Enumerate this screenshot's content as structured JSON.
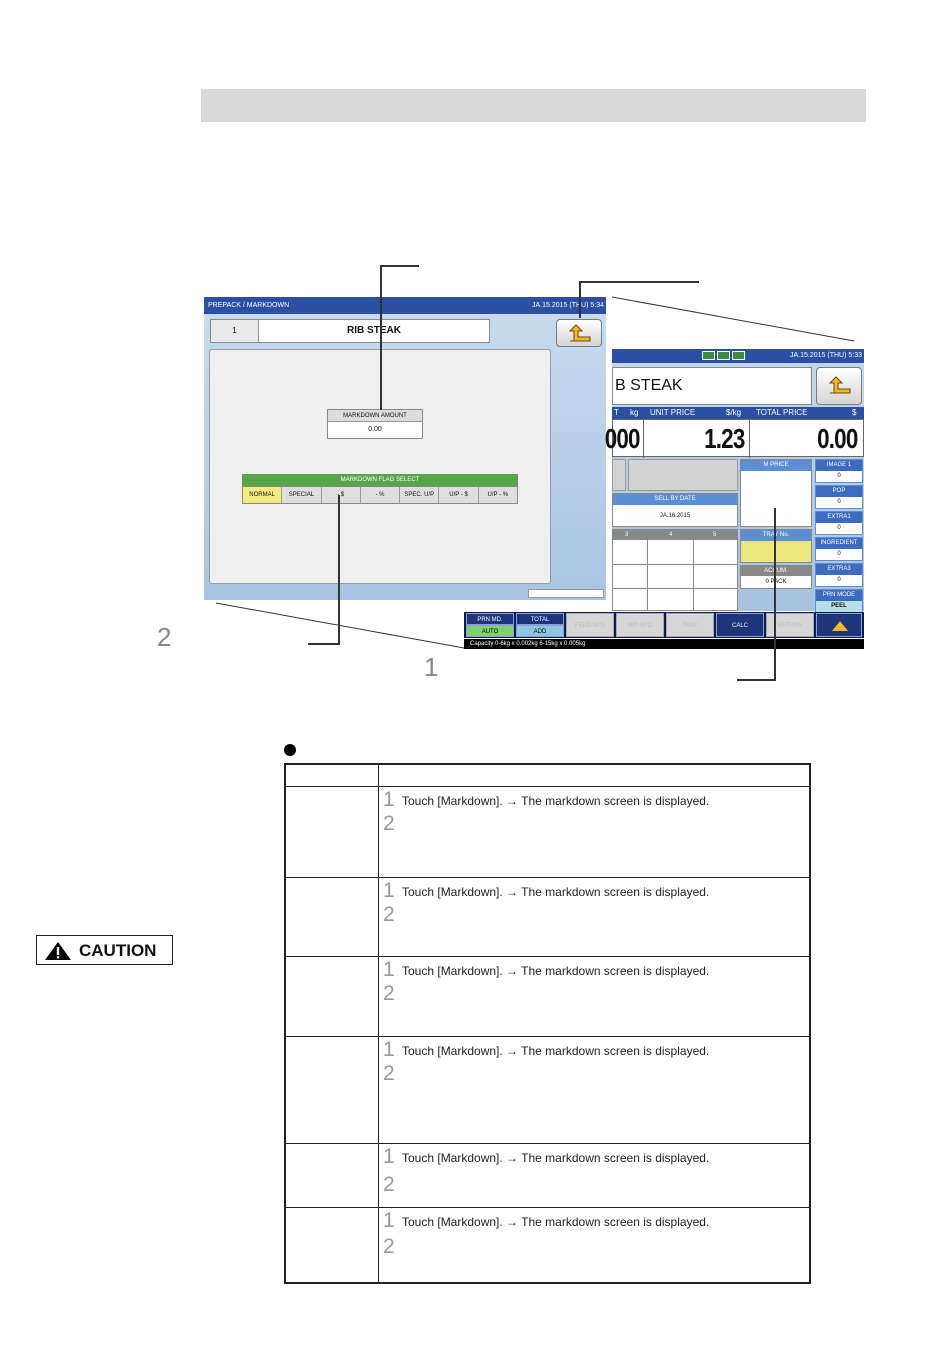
{
  "screen1": {
    "title": "PREPACK / MARKDOWN",
    "date": "JA.15.2015 (THU)   5:34",
    "item_no": "1",
    "item_name": "RIB STEAK",
    "markdown_amount_label": "MARKDOWN AMOUNT",
    "markdown_amount_value": "0.00",
    "flag_select_label": "MARKDOWN FLAG SELECT",
    "flags": [
      "NORMAL",
      "SPECIAL",
      "- $",
      "- %",
      "SPEC. U/P",
      "U/P - $",
      "U/P - %"
    ]
  },
  "screen2": {
    "date": "JA.15.2015 (THU)   5:33",
    "item_name": "B STEAK",
    "headers": {
      "tare": "T",
      "tare_unit": "kg",
      "unit_price": "UNIT PRICE",
      "unit_price_unit": "$/kg",
      "total_price": "TOTAL PRICE",
      "total_unit": "$"
    },
    "values": {
      "tare": "000",
      "unit_price": "1.23",
      "total_price": "0.00"
    },
    "m_price_label": "M PRICE",
    "sell_by_label": "SELL BY DATE",
    "sell_by_value": "JA.16.2015",
    "tray_label": "TRAY No.",
    "accum_label": "ACCUM.",
    "accum_value": "0 PACK",
    "grid_cols": [
      "3",
      "4",
      "5"
    ],
    "side": [
      {
        "label": "IMAGE 1",
        "value": "0"
      },
      {
        "label": "POP",
        "value": "0"
      },
      {
        "label": "EXTRA1",
        "value": "0"
      },
      {
        "label": "INGREDIENT",
        "value": "0"
      },
      {
        "label": "EXTRA3",
        "value": "0"
      },
      {
        "label": "PRN MODE",
        "value": "PEEL"
      }
    ],
    "footer": {
      "prn_md": "PRN MD.",
      "prn_md_val": "AUTO",
      "total": "TOTAL",
      "total_val": "ADD",
      "feed_spd": "FEED SPD",
      "wp_spd": "WP SPD",
      "tray": "TRAY",
      "calc": "CALC",
      "return": "RETURN"
    },
    "capacity": "Capacity 0-6kg x 0.002kg  6-15kg x 0.005kg"
  },
  "callouts": {
    "step2": "2",
    "step1": "1"
  },
  "table": {
    "step1_text": "Touch [Markdown]. → The markdown screen is displayed.",
    "n1": "1",
    "n2": "2"
  },
  "caution": {
    "label": "CAUTION"
  },
  "colors": {
    "title_blue": "#2b4fa3",
    "flag_green": "#58a64a",
    "selected_yellow": "#f3ec7e"
  }
}
